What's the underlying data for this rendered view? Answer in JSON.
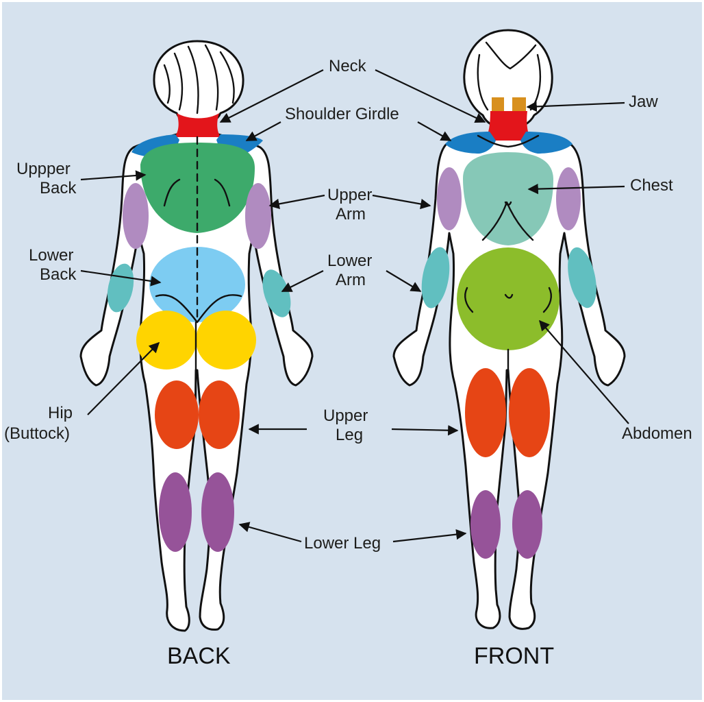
{
  "colors": {
    "background": "#d6e2ee",
    "neck": "#e3151b",
    "shoulder_girdle": "#1a7ec4",
    "upper_back": "#3daa6b",
    "chest": "#86c8b7",
    "upper_arm": "#b08bc0",
    "lower_arm": "#61bfc0",
    "lower_back": "#7dccf2",
    "abdomen": "#8cbd2b",
    "hip": "#ffd400",
    "upper_leg": "#e64515",
    "lower_leg": "#965399",
    "jaw": "#d8901e"
  },
  "labels": {
    "neck": "Neck",
    "shoulder_girdle": "Shoulder Girdle",
    "jaw": "Jaw",
    "upper_back_1": "Uppper",
    "upper_back_2": "Back",
    "chest": "Chest",
    "upper_arm_1": "Upper",
    "upper_arm_2": "Arm",
    "lower_back_1": "Lower",
    "lower_back_2": "Back",
    "lower_arm_1": "Lower",
    "lower_arm_2": "Arm",
    "hip_1": "Hip",
    "hip_2": "(Buttock)",
    "upper_leg_1": "Upper",
    "upper_leg_2": "Leg",
    "abdomen": "Abdomen",
    "lower_leg": "Lower Leg"
  },
  "titles": {
    "back": "BACK",
    "front": "FRONT"
  }
}
